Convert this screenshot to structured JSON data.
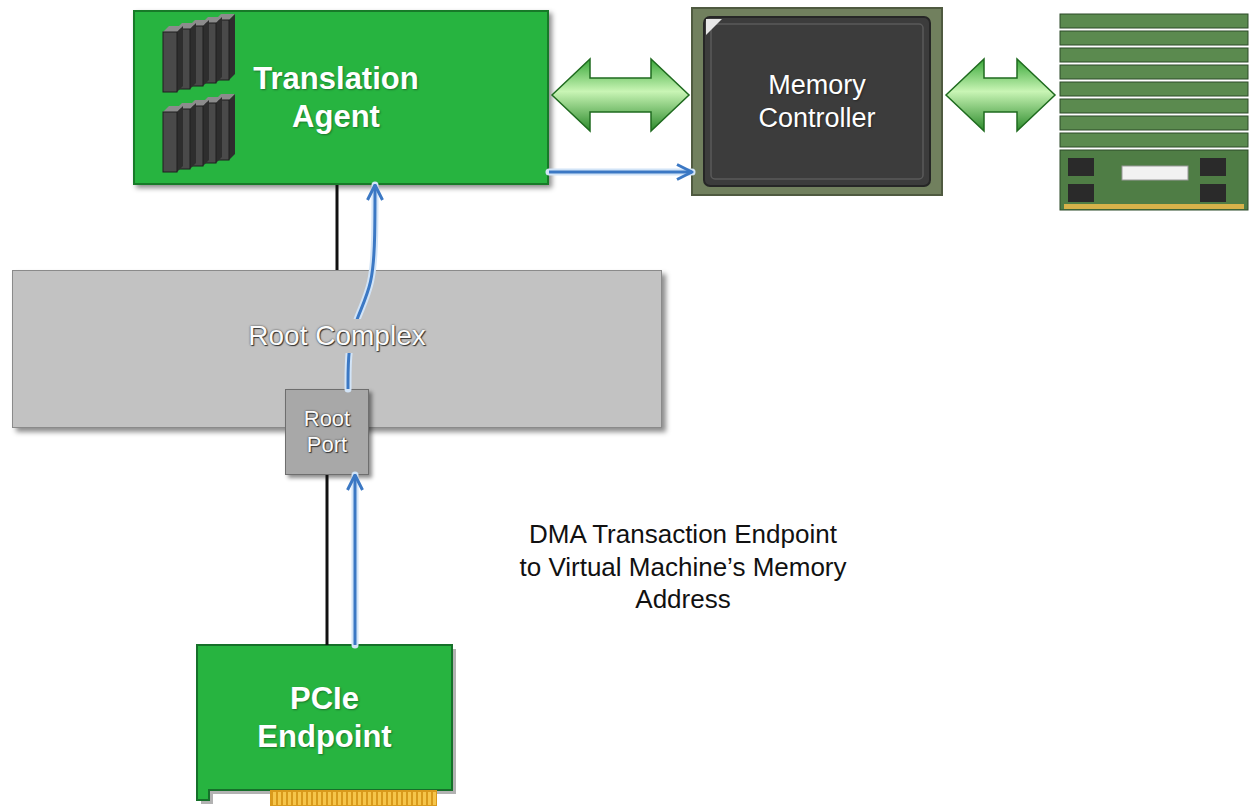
{
  "diagram": {
    "nodes": [
      {
        "text": [
          "Translation Agent"
        ]
      },
      {
        "text": [
          "Memory Controller"
        ]
      },
      {
        "text": [
          "Root Complex"
        ]
      },
      {
        "text": [
          "Root Port"
        ],
        "in": 2
      },
      {
        "text": [
          "PCIe Endpoint"
        ]
      }
    ],
    "edges": [
      {
        "from": 4,
        "to": 3,
        "arrow": "to",
        "label": "DMA Transaction Endpoint to Virtual Machine’s Memory Address"
      },
      {
        "from": 3,
        "to": 0,
        "arrow": "to"
      },
      {
        "from": 0,
        "to": 1,
        "arrow": "to"
      },
      {
        "from": 0,
        "to": 1,
        "arrow": "both"
      },
      {
        "from": 0,
        "to": 2,
        "arrow": "none"
      },
      {
        "from": 3,
        "to": 4,
        "arrow": "none"
      }
    ]
  }
}
